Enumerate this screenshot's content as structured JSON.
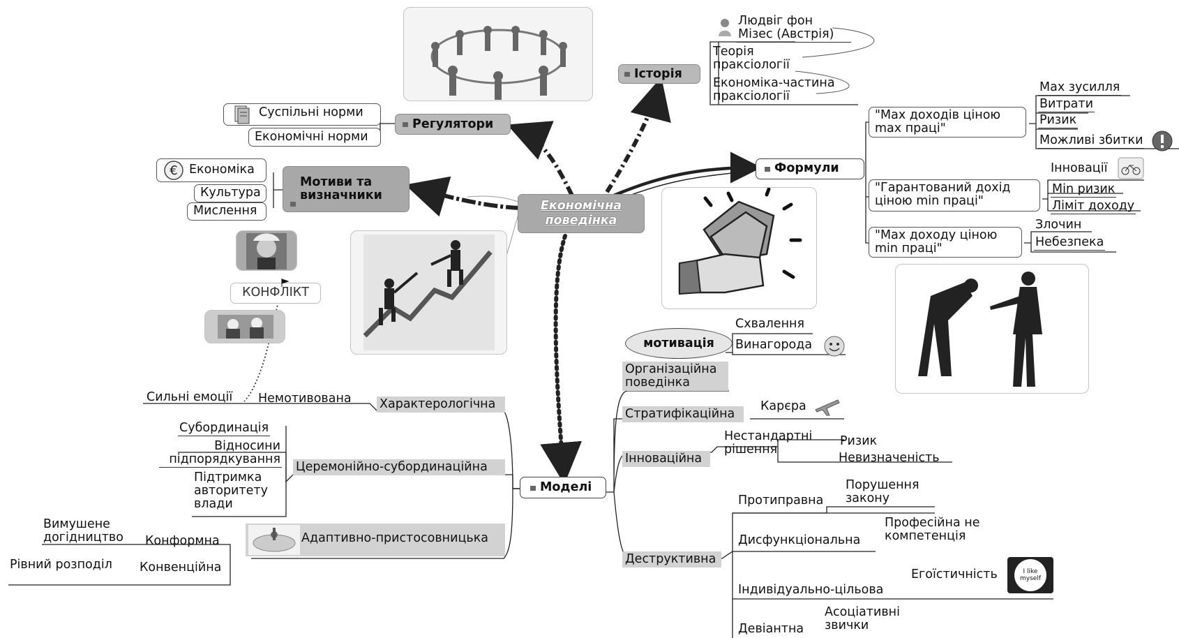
{
  "center": {
    "label": "Економічна поведінка"
  },
  "branches": {
    "history": {
      "label": "Історія",
      "items": [
        "Людвіг фон Мізес (Австрія)",
        "Теорія праксіології",
        "Економіка-частина праксіології"
      ]
    },
    "regulators": {
      "label": "Регулятори",
      "items": [
        "Суспільні норми",
        "Економічні норми"
      ]
    },
    "motives": {
      "label": "Мотиви та визначники",
      "items": [
        "Економіка",
        "Культура",
        "Мислення"
      ]
    },
    "conflict": {
      "label": "КОНФЛІКТ",
      "emotion": "Сильні емоції"
    },
    "formulas": {
      "label": "Формули",
      "groups": [
        {
          "label": "\"Max доходів ціною max праці\"",
          "items": [
            "Max зусилля",
            "Витрати",
            "Ризик",
            "Можливі збитки"
          ]
        },
        {
          "label": "\"Гарантований дохід ціною min праці\"",
          "items": [
            "Інновації",
            "Min ризик",
            "Ліміт доходу"
          ]
        },
        {
          "label": "\"Max доходу ціною min праці\"",
          "items": [
            "Злочин",
            "Небезпека"
          ]
        }
      ]
    },
    "models": {
      "label": "Моделі",
      "left": [
        {
          "label": "Характерологічна",
          "sub": "Немотивована"
        },
        {
          "label": "Церемонійно-субординаційна",
          "items": [
            "Субординація",
            "Відносини підпорядкування",
            "Підтримка авторитету влади"
          ]
        },
        {
          "label": "Адаптивно-пристосовницька",
          "items": [
            {
              "label": "Конформна",
              "sub": "Вимушене догідництво"
            },
            {
              "label": "Конвенційна",
              "sub": "Рівний розподіл"
            }
          ]
        }
      ],
      "right": [
        {
          "label": "Організаційна поведінка",
          "bubble": "мотивація",
          "items": [
            "Схвалення",
            "Винагорода"
          ]
        },
        {
          "label": "Стратифікаційна",
          "items": [
            "Карєра"
          ]
        },
        {
          "label": "Інноваційна",
          "sub": "Нестандартні рішення",
          "items": [
            "Ризик",
            "Невизначеність"
          ]
        },
        {
          "label": "Деструктивна",
          "items": [
            {
              "label": "Протиправна",
              "sub": "Порушення закону"
            },
            {
              "label": "Дисфункціональна",
              "sub": "Професійна не компетенція"
            },
            {
              "label": "Індивідуально-цільова",
              "sub": "Егоїстичність"
            },
            {
              "label": "Девіантна",
              "sub": "Асоціативні звички"
            }
          ]
        }
      ]
    }
  },
  "sticker_text": "I like myself",
  "colors": {
    "hub": "#b9b9b9",
    "section": "#d2d2d2",
    "line": "#333333",
    "text": "#111111"
  }
}
